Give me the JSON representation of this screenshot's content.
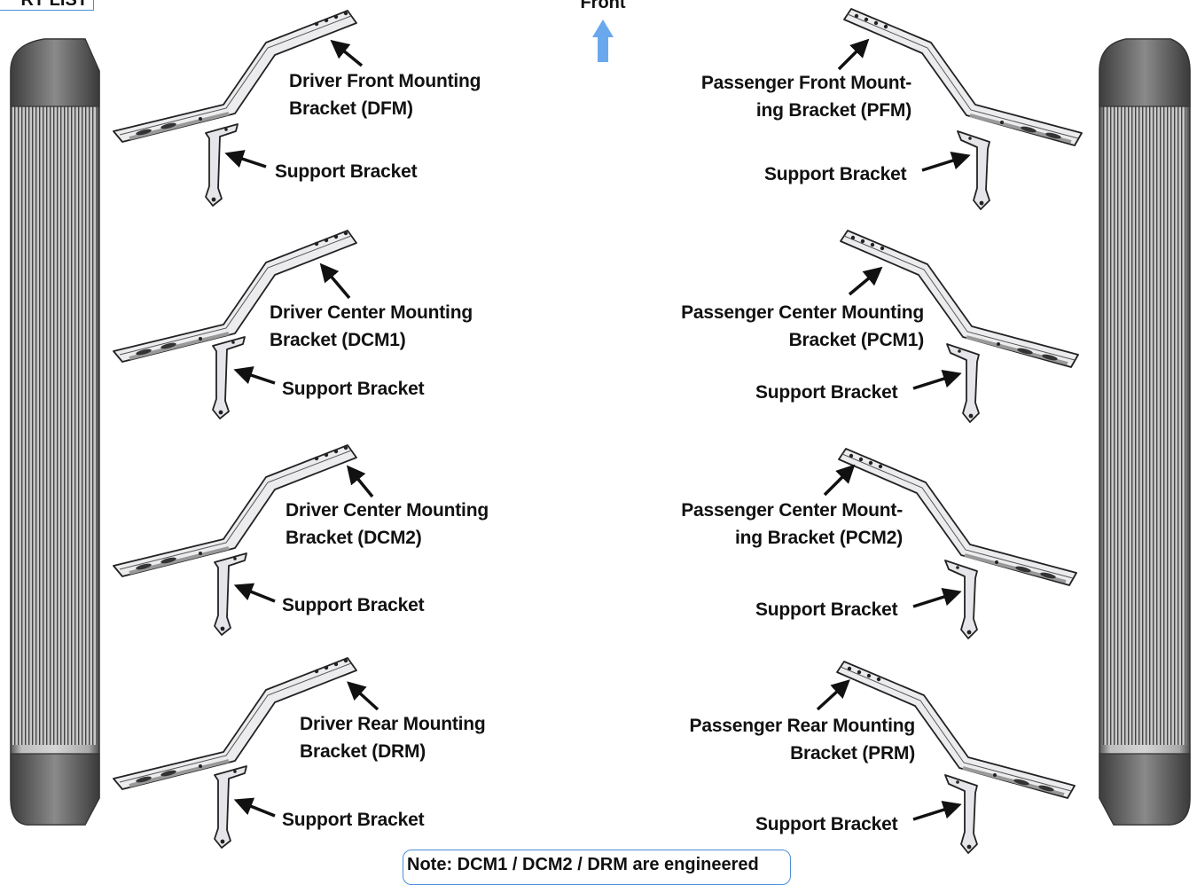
{
  "header": {
    "parts_list_tag": "RT LIST",
    "front_label": "Front"
  },
  "labels": {
    "dfm": "Driver Front Mounting\nBracket (DFM)",
    "dcm1": "Driver Center Mounting\nBracket (DCM1)",
    "dcm2": "Driver Center Mounting\nBracket (DCM2)",
    "drm": "Driver Rear Mounting\nBracket (DRM)",
    "pfm": "Passenger Front Mount-\ning Bracket (PFM)",
    "pcm1": "Passenger Center Mounting\nBracket (PCM1)",
    "pcm2": "Passenger Center Mount-\ning Bracket (PCM2)",
    "prm": "Passenger Rear Mounting\nBracket (PRM)",
    "support": "Support Bracket"
  },
  "note": {
    "text": "Note: DCM1 / DCM2 / DRM are engineered"
  },
  "colors": {
    "accent_blue": "#4a8fd6",
    "arrow_blue": "#6aa8ee",
    "board_gray": "#9a9a9a",
    "bracket_fill": "#e9e9ec",
    "outline": "#111111"
  },
  "icons": {
    "front_arrow": "arrow-up-icon",
    "callout_arrow": "arrow-icon"
  }
}
